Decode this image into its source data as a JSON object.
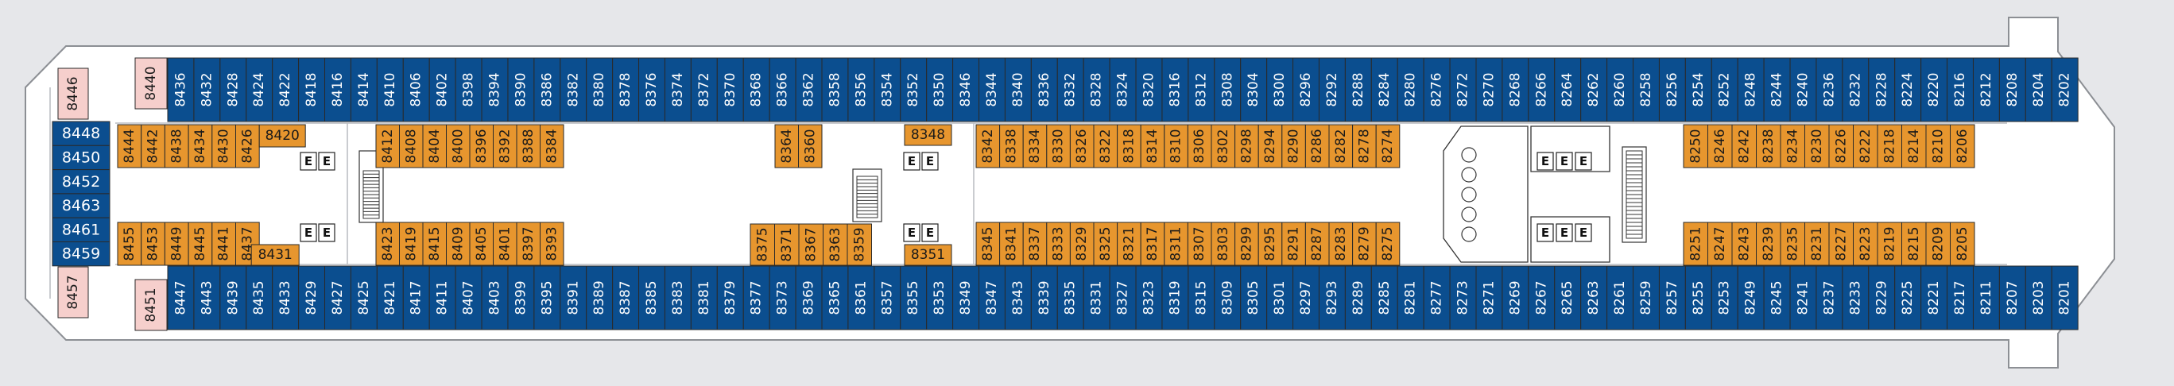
{
  "colors": {
    "background": "#e6e7ea",
    "hull_fill": "#ffffff",
    "hull_stroke": "#8c8f94",
    "outside_cabin": "#0b4e8f",
    "inside_cabin": "#e7962e",
    "suite_cabin": "#f6cfcc",
    "cabin_border": "#2a2a2a",
    "elevator_fill": "#ffffff"
  },
  "icons": {
    "elevator": "elevator-icon",
    "stairs": "stairs-icon"
  },
  "elevator_label": "E",
  "cabins": {
    "top_row": [
      "8436",
      "8432",
      "8428",
      "8424",
      "8422",
      "8418",
      "8416",
      "8414",
      "8410",
      "8406",
      "8402",
      "8398",
      "8394",
      "8390",
      "8386",
      "8382",
      "8380",
      "8378",
      "8376",
      "8374",
      "8372",
      "8370",
      "8368",
      "8366",
      "8362",
      "8358",
      "8356",
      "8354",
      "8352",
      "8350",
      "8346",
      "8344",
      "8340",
      "8336",
      "8332",
      "8328",
      "8324",
      "8320",
      "8316",
      "8312",
      "8308",
      "8304",
      "8300",
      "8296",
      "8292",
      "8288",
      "8284",
      "8280",
      "8276",
      "8272",
      "8270",
      "8268",
      "8266",
      "8264",
      "8262",
      "8260",
      "8258",
      "8256",
      "8254",
      "8252",
      "8248",
      "8244",
      "8240",
      "8236",
      "8232",
      "8228",
      "8224",
      "8220",
      "8216",
      "8212",
      "8208",
      "8204",
      "8202"
    ],
    "bottom_row": [
      "8447",
      "8443",
      "8439",
      "8435",
      "8433",
      "8429",
      "8427",
      "8425",
      "8421",
      "8417",
      "8411",
      "8407",
      "8403",
      "8399",
      "8395",
      "8391",
      "8389",
      "8387",
      "8385",
      "8383",
      "8381",
      "8379",
      "8377",
      "8373",
      "8369",
      "8365",
      "8361",
      "8357",
      "8355",
      "8353",
      "8349",
      "8347",
      "8343",
      "8339",
      "8335",
      "8331",
      "8327",
      "8323",
      "8319",
      "8315",
      "8309",
      "8305",
      "8301",
      "8297",
      "8293",
      "8289",
      "8285",
      "8281",
      "8277",
      "8273",
      "8271",
      "8269",
      "8267",
      "8265",
      "8263",
      "8261",
      "8259",
      "8257",
      "8255",
      "8253",
      "8249",
      "8245",
      "8241",
      "8237",
      "8233",
      "8229",
      "8225",
      "8221",
      "8217",
      "8211",
      "8207",
      "8203",
      "8201"
    ],
    "inner_upper_aft": [
      "8444",
      "8442",
      "8438",
      "8434",
      "8430",
      "8426"
    ],
    "inner_upper_aft_extra": "8420",
    "inner_upper_mid": [
      "8412",
      "8408",
      "8404",
      "8400",
      "8396",
      "8392",
      "8388",
      "8384"
    ],
    "inner_upper_center": [
      "8364",
      "8360"
    ],
    "inner_upper_center_extra": "8348",
    "inner_upper_fwd1": [
      "8342",
      "8338",
      "8334",
      "8330",
      "8326",
      "8322",
      "8318",
      "8314",
      "8310",
      "8306",
      "8302",
      "8298",
      "8294",
      "8290",
      "8286",
      "8282",
      "8278",
      "8274"
    ],
    "inner_upper_fwd2": [
      "8250",
      "8246",
      "8242",
      "8238",
      "8234",
      "8230",
      "8226",
      "8222",
      "8218",
      "8214",
      "8210",
      "8206"
    ],
    "inner_lower_aft": [
      "8455",
      "8453",
      "8449",
      "8445",
      "8441",
      "8437"
    ],
    "inner_lower_aft_extra": "8431",
    "inner_lower_mid": [
      "8423",
      "8419",
      "8415",
      "8409",
      "8405",
      "8401",
      "8397",
      "8393"
    ],
    "inner_lower_center": [
      "8375",
      "8371",
      "8367",
      "8363",
      "8359"
    ],
    "inner_lower_center_extra": "8351",
    "inner_lower_fwd1": [
      "8345",
      "8341",
      "8337",
      "8333",
      "8329",
      "8325",
      "8321",
      "8317",
      "8311",
      "8307",
      "8303",
      "8299",
      "8295",
      "8291",
      "8287",
      "8283",
      "8279",
      "8275"
    ],
    "inner_lower_fwd2": [
      "8251",
      "8247",
      "8243",
      "8239",
      "8235",
      "8231",
      "8227",
      "8223",
      "8219",
      "8215",
      "8209",
      "8205"
    ],
    "stern_outside": [
      "8448",
      "8450",
      "8452",
      "8463",
      "8461",
      "8459"
    ],
    "stern_suites": {
      "top": "8446",
      "bottom": "8457",
      "top_inner": "8440",
      "bottom_inner": "8451"
    }
  }
}
